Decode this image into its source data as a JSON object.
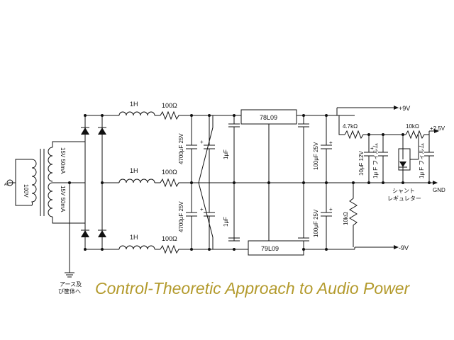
{
  "diagram": {
    "caption": "Control-Theoretic Approach to Audio Power",
    "labels": {
      "ac_symbol": "AC",
      "mains_voltage": "100V",
      "secondary_top": "15V 50mA",
      "secondary_bottom": "15V 50mA",
      "inductor_top": "1H",
      "inductor_mid": "1H",
      "inductor_bottom": "1H",
      "resistor_top": "100Ω",
      "resistor_mid": "100Ω",
      "resistor_bottom": "100Ω",
      "cap_bulk_top": "4700μF 25V",
      "cap_bulk_bottom": "4700μF 25V",
      "cap_film_top": "1μF",
      "cap_film_bottom": "1μF",
      "reg_positive": "78L09",
      "reg_negative": "79L09",
      "cap_out_top": "100μF 25V",
      "cap_out_bottom": "100μF 25V",
      "rail_pos": "+9V",
      "rail_neg": "-9V",
      "res_4k7": "4.7kΩ",
      "res_10k_bleed": "10kΩ",
      "cap_10u": "10μF 12V",
      "cap_film_1u_a": "1μ F フィルム",
      "res_10k": "10kΩ",
      "cap_film_1u_b": "1μ F フィルム",
      "out_pos": "+2.5V",
      "gnd": "GND",
      "shunt_line1": "シャント",
      "shunt_line2": "レギュレター",
      "earth_line1": "アース及",
      "earth_line2": "び筐体へ",
      "plus_sign": "+"
    }
  }
}
